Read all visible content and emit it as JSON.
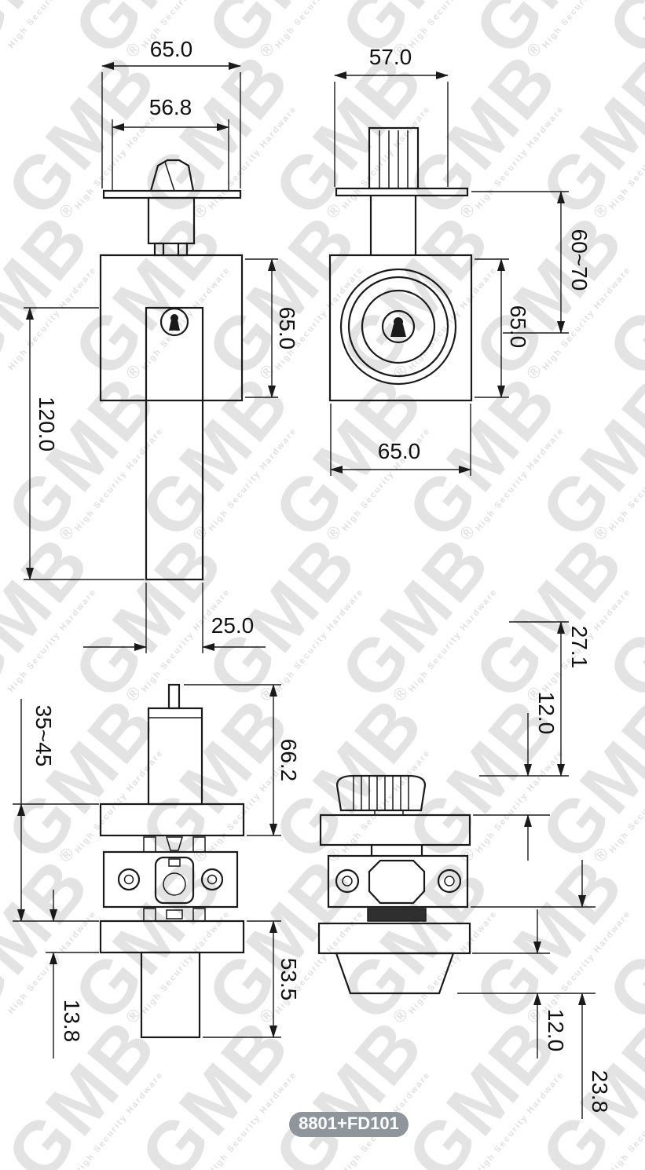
{
  "page": {
    "background": "#ffffff",
    "line_color": "#1a1a1a"
  },
  "watermark": {
    "brand": "GMB",
    "registered": "®",
    "tagline": "High Security Hardware",
    "color": "#c9c9c9"
  },
  "model_badge": {
    "label": "8801+FD101",
    "bg": "#8e959b",
    "text_color": "#ffffff"
  },
  "dimensions": {
    "front_interior_width_overall": "65.0",
    "front_interior_width_inner": "56.8",
    "front_interior_body_height": "65.0",
    "front_interior_bolt_length": "120.0",
    "bolt_width": "25.0",
    "front_exterior_width_top": "57.0",
    "door_thickness_range": "60~70",
    "front_exterior_body_height": "65.0",
    "front_exterior_body_width": "65.0",
    "side_interior_adjust_range": "35~45",
    "side_interior_upper_height": "66.2",
    "side_interior_lower_height": "53.5",
    "side_interior_plate_thickness": "13.8",
    "side_exterior_top_offset": "27.1",
    "side_exterior_upper_thickness": "12.0",
    "side_exterior_lower_thickness": "12.0",
    "side_exterior_base_total": "23.8"
  }
}
